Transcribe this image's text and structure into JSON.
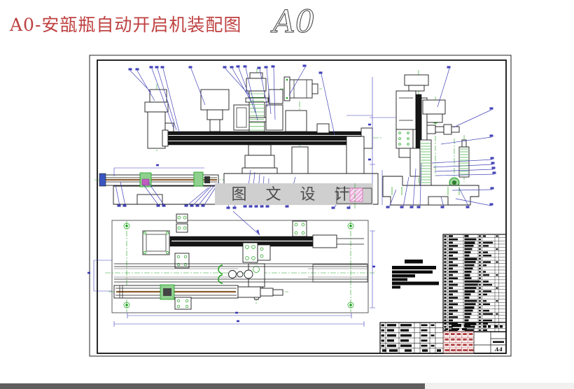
{
  "header": {
    "title": "A0-安瓿瓶自动开启机装配图",
    "handwritten_note": "A0"
  },
  "watermark": {
    "text": "图 文 设 计"
  },
  "title_block": {
    "sheet_format": "A4"
  },
  "colors": {
    "title_red": "#bf4040",
    "leader_blue": "#4343b8",
    "line_green": "#18a018",
    "stamp_red": "#b04040",
    "rail_brown": "#8a5a2a",
    "highlight_magenta": "#c05cc0",
    "watermark_gray": "#cfcfcf",
    "scrollbar_gray": "#5e5e5e"
  }
}
